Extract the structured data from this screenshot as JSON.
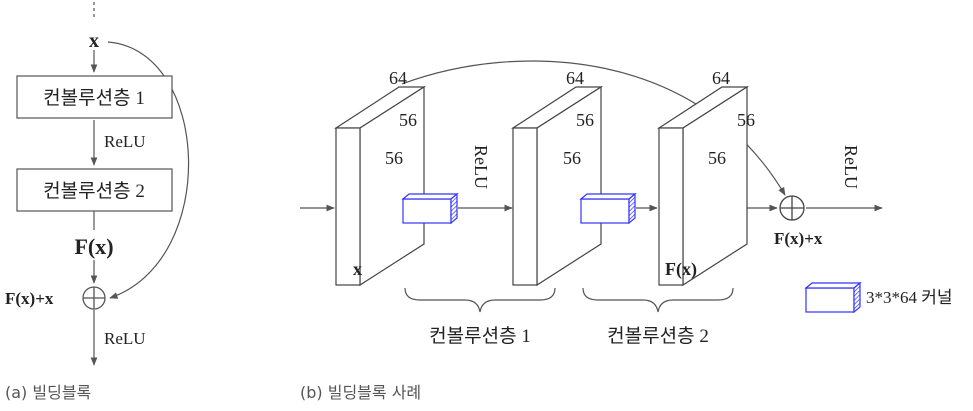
{
  "panel_a": {
    "input_label": "x",
    "conv1_label": "컨볼루션층 1",
    "relu_mid": "ReLU",
    "conv2_label": "컨볼루션층 2",
    "fx_label": "F(x)",
    "sum_label": "F(x)+x",
    "relu_out": "ReLU",
    "caption": "(a) 빌딩블록"
  },
  "panel_b": {
    "blocks": [
      {
        "depth": "64",
        "height": "56",
        "width": "56",
        "inner_label": "x"
      },
      {
        "depth": "64",
        "height": "56",
        "width": "56",
        "inner_label": ""
      },
      {
        "depth": "64",
        "height": "56",
        "width": "56",
        "inner_label": "F(x)"
      }
    ],
    "relu_mid": "ReLU",
    "relu_out": "ReLU",
    "sum_label": "F(x)+x",
    "brace1_label": "컨볼루션층 1",
    "brace2_label": "컨볼루션층 2",
    "legend_label": "3*3*64 커널",
    "caption": "(b) 빌딩블록 사례"
  },
  "colors": {
    "kernel": "#3333ff",
    "line": "#555555"
  }
}
